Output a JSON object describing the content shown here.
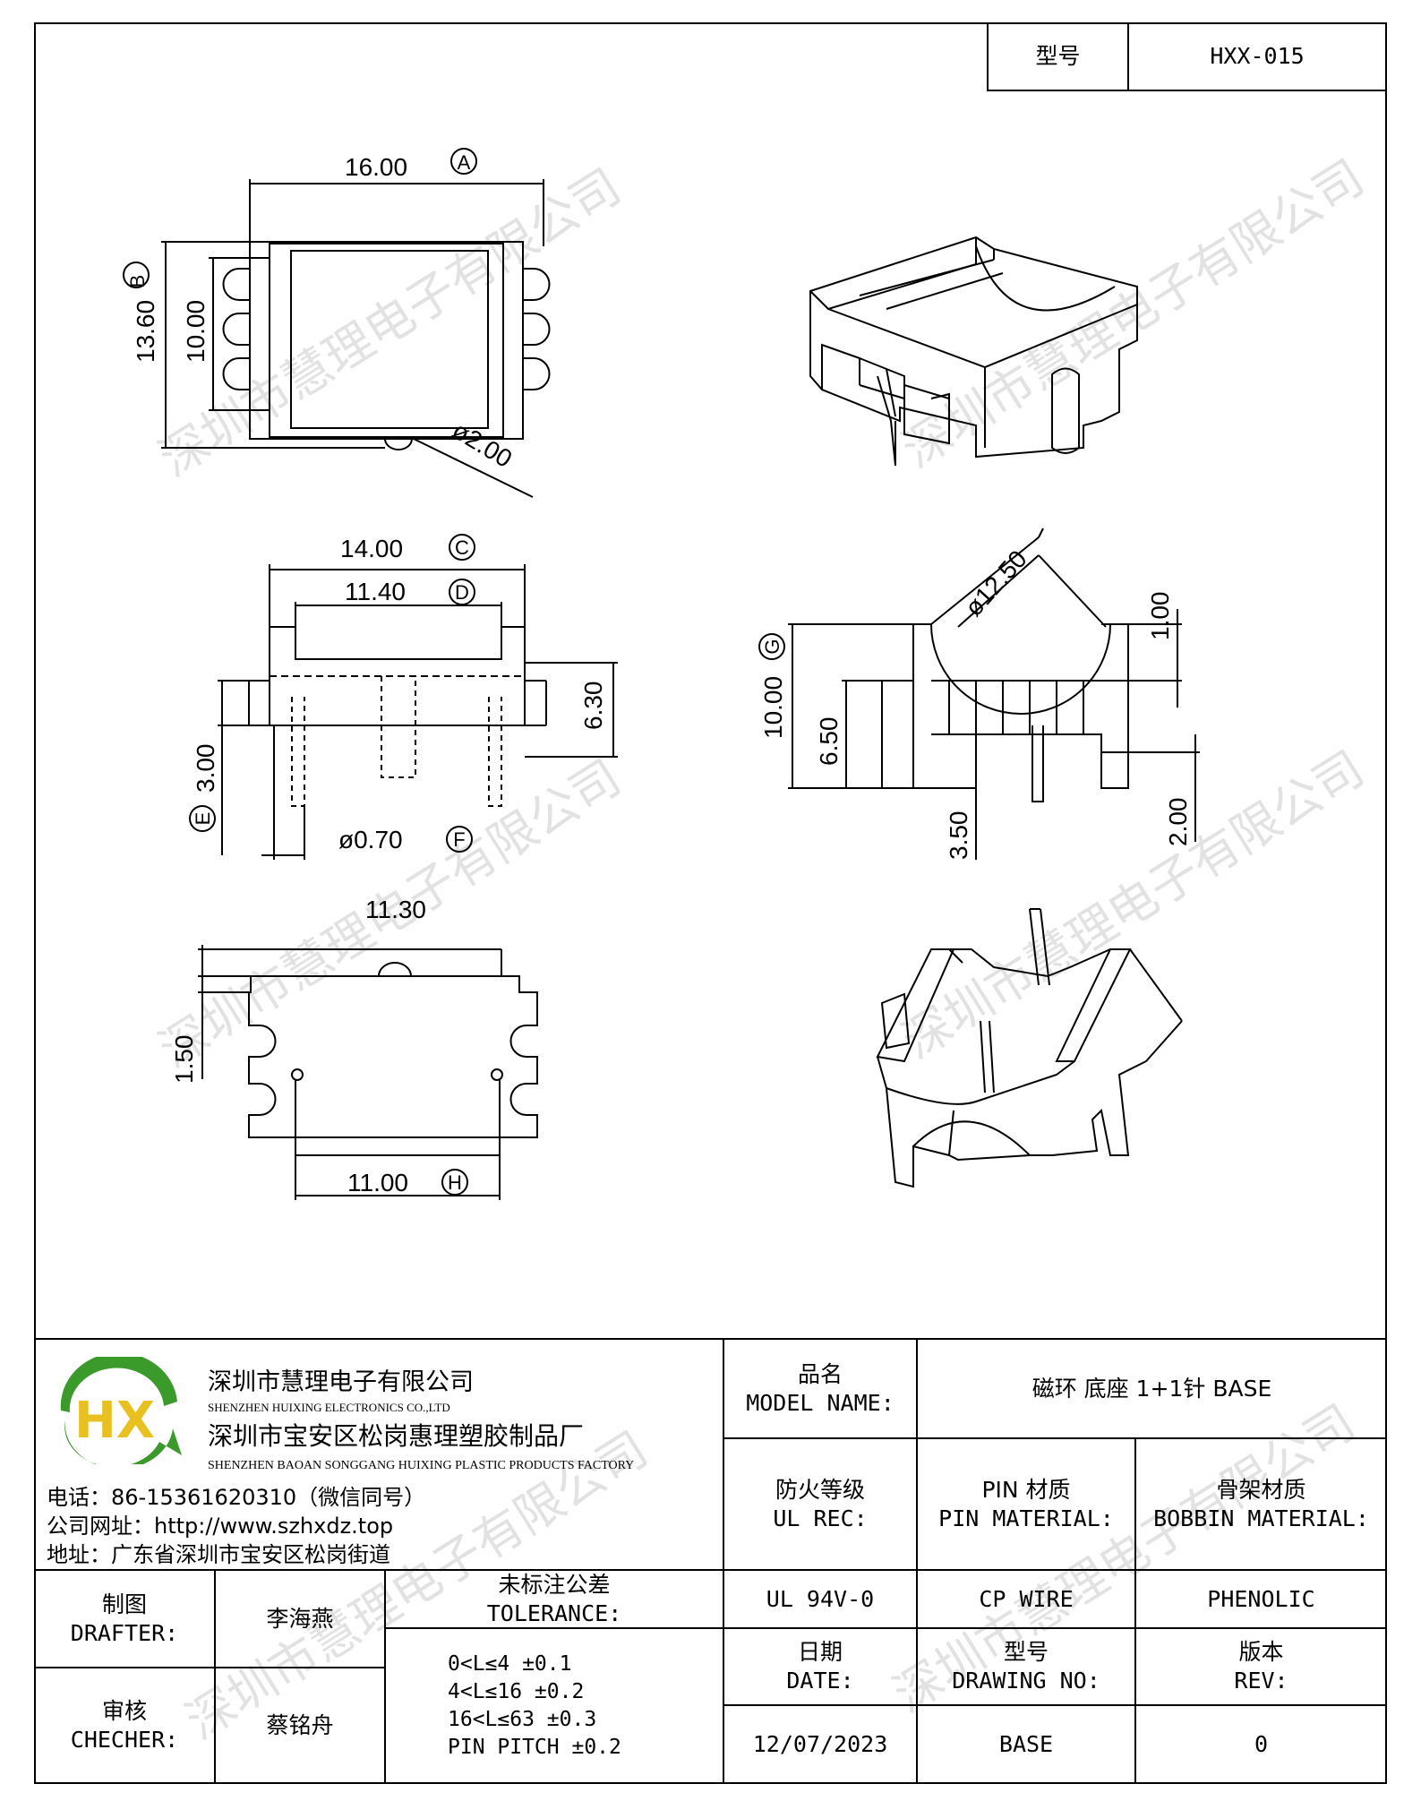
{
  "header": {
    "model_label": "型号",
    "model_value": "HXX-015"
  },
  "dimensions": {
    "a": "16.00",
    "a_mark": "A",
    "b": "13.60",
    "b_mark": "B",
    "b_inner": "10.00",
    "dia2": "ø2.00",
    "c": "14.00",
    "c_mark": "C",
    "d": "11.40",
    "d_mark": "D",
    "h630": "6.30",
    "e": "3.00",
    "e_mark": "E",
    "f": "ø0.70",
    "f_mark": "F",
    "dia125": "ø12.50",
    "g": "10.00",
    "g_mark": "G",
    "d650": "6.50",
    "d100": "1.00",
    "d350": "3.50",
    "d200": "2.00",
    "d1130": "11.30",
    "d150": "1.50",
    "h": "11.00",
    "h_mark": "H"
  },
  "watermark": "深圳市慧理电子有限公司",
  "company": {
    "name_cn": "深圳市慧理电子有限公司",
    "name_en": "SHENZHEN HUIXING ELECTRONICS CO.,LTD",
    "factory_cn": "深圳市宝安区松岗惠理塑胶制品厂",
    "factory_en": "SHENZHEN BAOAN SONGGANG HUIXING PLASTIC PRODUCTS FACTORY",
    "phone": "电话：86-15361620310（微信同号）",
    "website": "公司网址：http://www.szhxdz.top",
    "address": "地址：广东省深圳市宝安区松岗街道",
    "logo_text": "HX",
    "colors": {
      "logo_green": "#3a9a2a",
      "logo_yellow": "#e8c020"
    }
  },
  "title_block": {
    "model_name_cn": "品名",
    "model_name_en": "MODEL NAME:",
    "model_name_value": "磁环 底座 1+1针  BASE",
    "ul_cn": "防火等级",
    "ul_en": "UL REC:",
    "pin_cn": "PIN 材质",
    "pin_en": "PIN MATERIAL:",
    "bobbin_cn": "骨架材质",
    "bobbin_en": "BOBBIN MATERIAL:",
    "ul_value": "UL 94V-0",
    "pin_value": "CP WIRE",
    "bobbin_value": "PHENOLIC",
    "drafter_cn": "制图",
    "drafter_en": "DRAFTER:",
    "drafter_name": "李海燕",
    "checker_cn": "审核",
    "checker_en": "CHECHER:",
    "checker_name": "蔡铭舟",
    "tolerance_cn": "未标注公差",
    "tolerance_en": "TOLERANCE:",
    "tolerance_lines": [
      "0<L≤4  ±0.1",
      "4<L≤16 ±0.2",
      "16<L≤63 ±0.3",
      "PIN PITCH ±0.2"
    ],
    "date_cn": "日期",
    "date_en": "DATE:",
    "drawing_cn": "型号",
    "drawing_en": "DRAWING NO:",
    "rev_cn": "版本",
    "rev_en": "REV:",
    "date_value": "12/07/2023",
    "drawing_value": "BASE",
    "rev_value": "0"
  }
}
